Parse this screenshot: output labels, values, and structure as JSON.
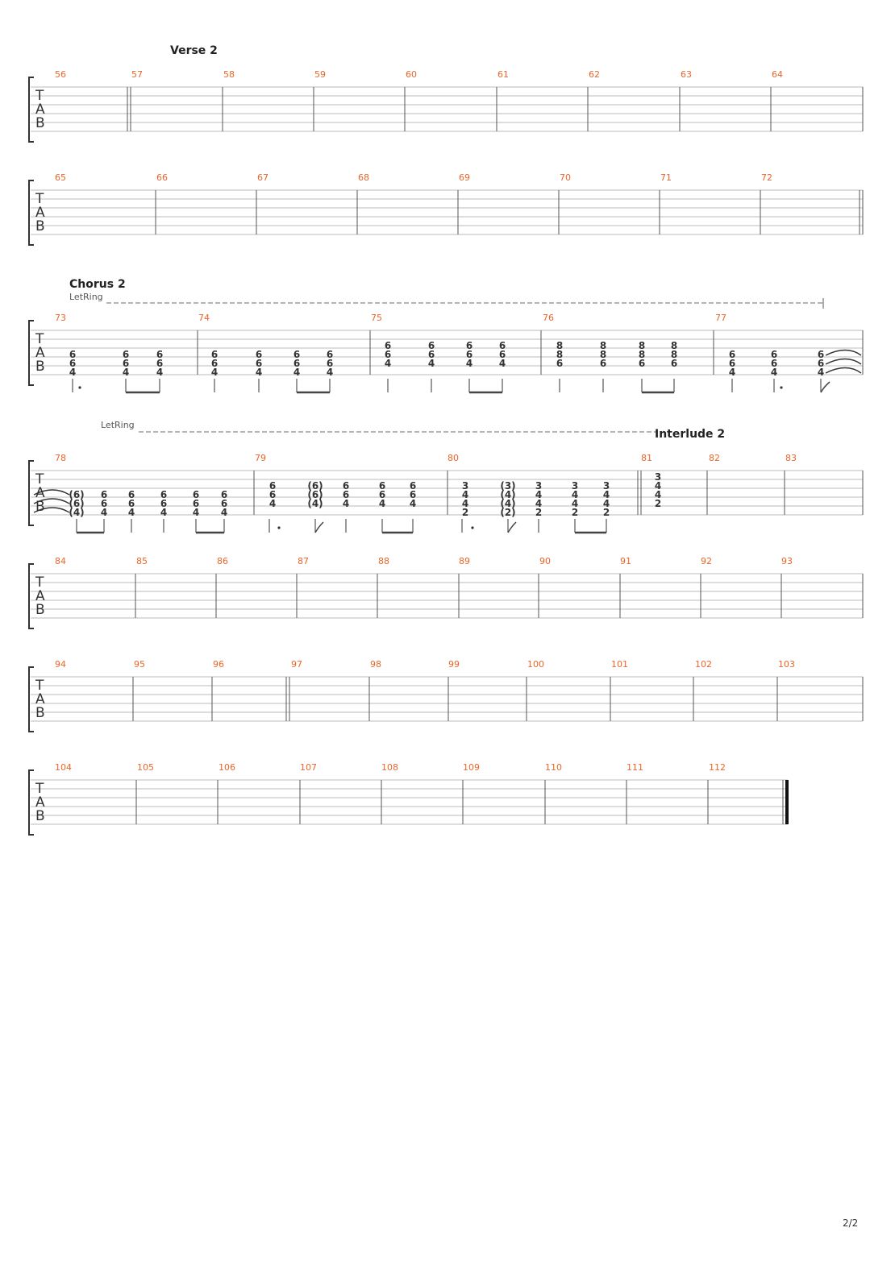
{
  "page": {
    "number": "2/2"
  },
  "tab_letters": [
    "T",
    "A",
    "B"
  ],
  "systems": [
    {
      "section": "Verse 2",
      "measures": [
        "56",
        "57",
        "58",
        "59",
        "60",
        "61",
        "62",
        "63",
        "64"
      ]
    },
    {
      "measures": [
        "65",
        "66",
        "67",
        "68",
        "69",
        "70",
        "71",
        "72"
      ]
    },
    {
      "section": "Chorus 2",
      "let_ring": "LetRing",
      "measures": [
        "73",
        "74",
        "75",
        "76",
        "77"
      ]
    },
    {
      "section": "Interlude 2",
      "let_ring": "LetRing",
      "measures": [
        "78",
        "79",
        "80",
        "81",
        "82",
        "83"
      ]
    },
    {
      "measures": [
        "84",
        "85",
        "86",
        "87",
        "88",
        "89",
        "90",
        "91",
        "92",
        "93"
      ]
    },
    {
      "measures": [
        "94",
        "95",
        "96",
        "97",
        "98",
        "99",
        "100",
        "101",
        "102",
        "103"
      ]
    },
    {
      "measures": [
        "104",
        "105",
        "106",
        "107",
        "108",
        "109",
        "110",
        "111",
        "112"
      ]
    }
  ],
  "notes": {
    "m73": [
      [
        "6",
        "6",
        "4"
      ],
      [
        "6",
        "6",
        "4"
      ],
      [
        "6",
        "6",
        "4"
      ]
    ],
    "m74": [
      [
        "6",
        "6",
        "4"
      ],
      [
        "6",
        "6",
        "4"
      ],
      [
        "6",
        "6",
        "4"
      ],
      [
        "6",
        "6",
        "4"
      ]
    ],
    "m75": [
      [
        "6",
        "6",
        "4"
      ],
      [
        "6",
        "6",
        "4"
      ],
      [
        "6",
        "6",
        "4"
      ],
      [
        "6",
        "6",
        "4"
      ]
    ],
    "m76": [
      [
        "8",
        "8",
        "6"
      ],
      [
        "8",
        "8",
        "6"
      ],
      [
        "8",
        "8",
        "6"
      ],
      [
        "8",
        "8",
        "6"
      ]
    ],
    "m77": [
      [
        "6",
        "6",
        "4"
      ],
      [
        "6",
        "6",
        "4"
      ],
      [
        "6",
        "6",
        "4"
      ]
    ],
    "m78": [
      [
        "(6)",
        "(6)",
        "(4)"
      ],
      [
        "6",
        "6",
        "4"
      ],
      [
        "6",
        "6",
        "4"
      ],
      [
        "6",
        "6",
        "4"
      ],
      [
        "6",
        "6",
        "4"
      ],
      [
        "6",
        "6",
        "4"
      ]
    ],
    "m79": [
      [
        "6",
        "6",
        "4"
      ],
      [
        "(6)",
        "(6)",
        "(4)"
      ],
      [
        "6",
        "6",
        "4"
      ],
      [
        "6",
        "6",
        "4"
      ],
      [
        "6",
        "6",
        "4"
      ]
    ],
    "m80": [
      [
        "3",
        "4",
        "4",
        "2"
      ],
      [
        "(3)",
        "(4)",
        "(4)",
        "(2)"
      ],
      [
        "3",
        "4",
        "4",
        "2"
      ],
      [
        "3",
        "4",
        "4",
        "2"
      ],
      [
        "3",
        "4",
        "4",
        "2"
      ]
    ],
    "m81": [
      [
        "3",
        "4",
        "4",
        "2"
      ]
    ]
  }
}
